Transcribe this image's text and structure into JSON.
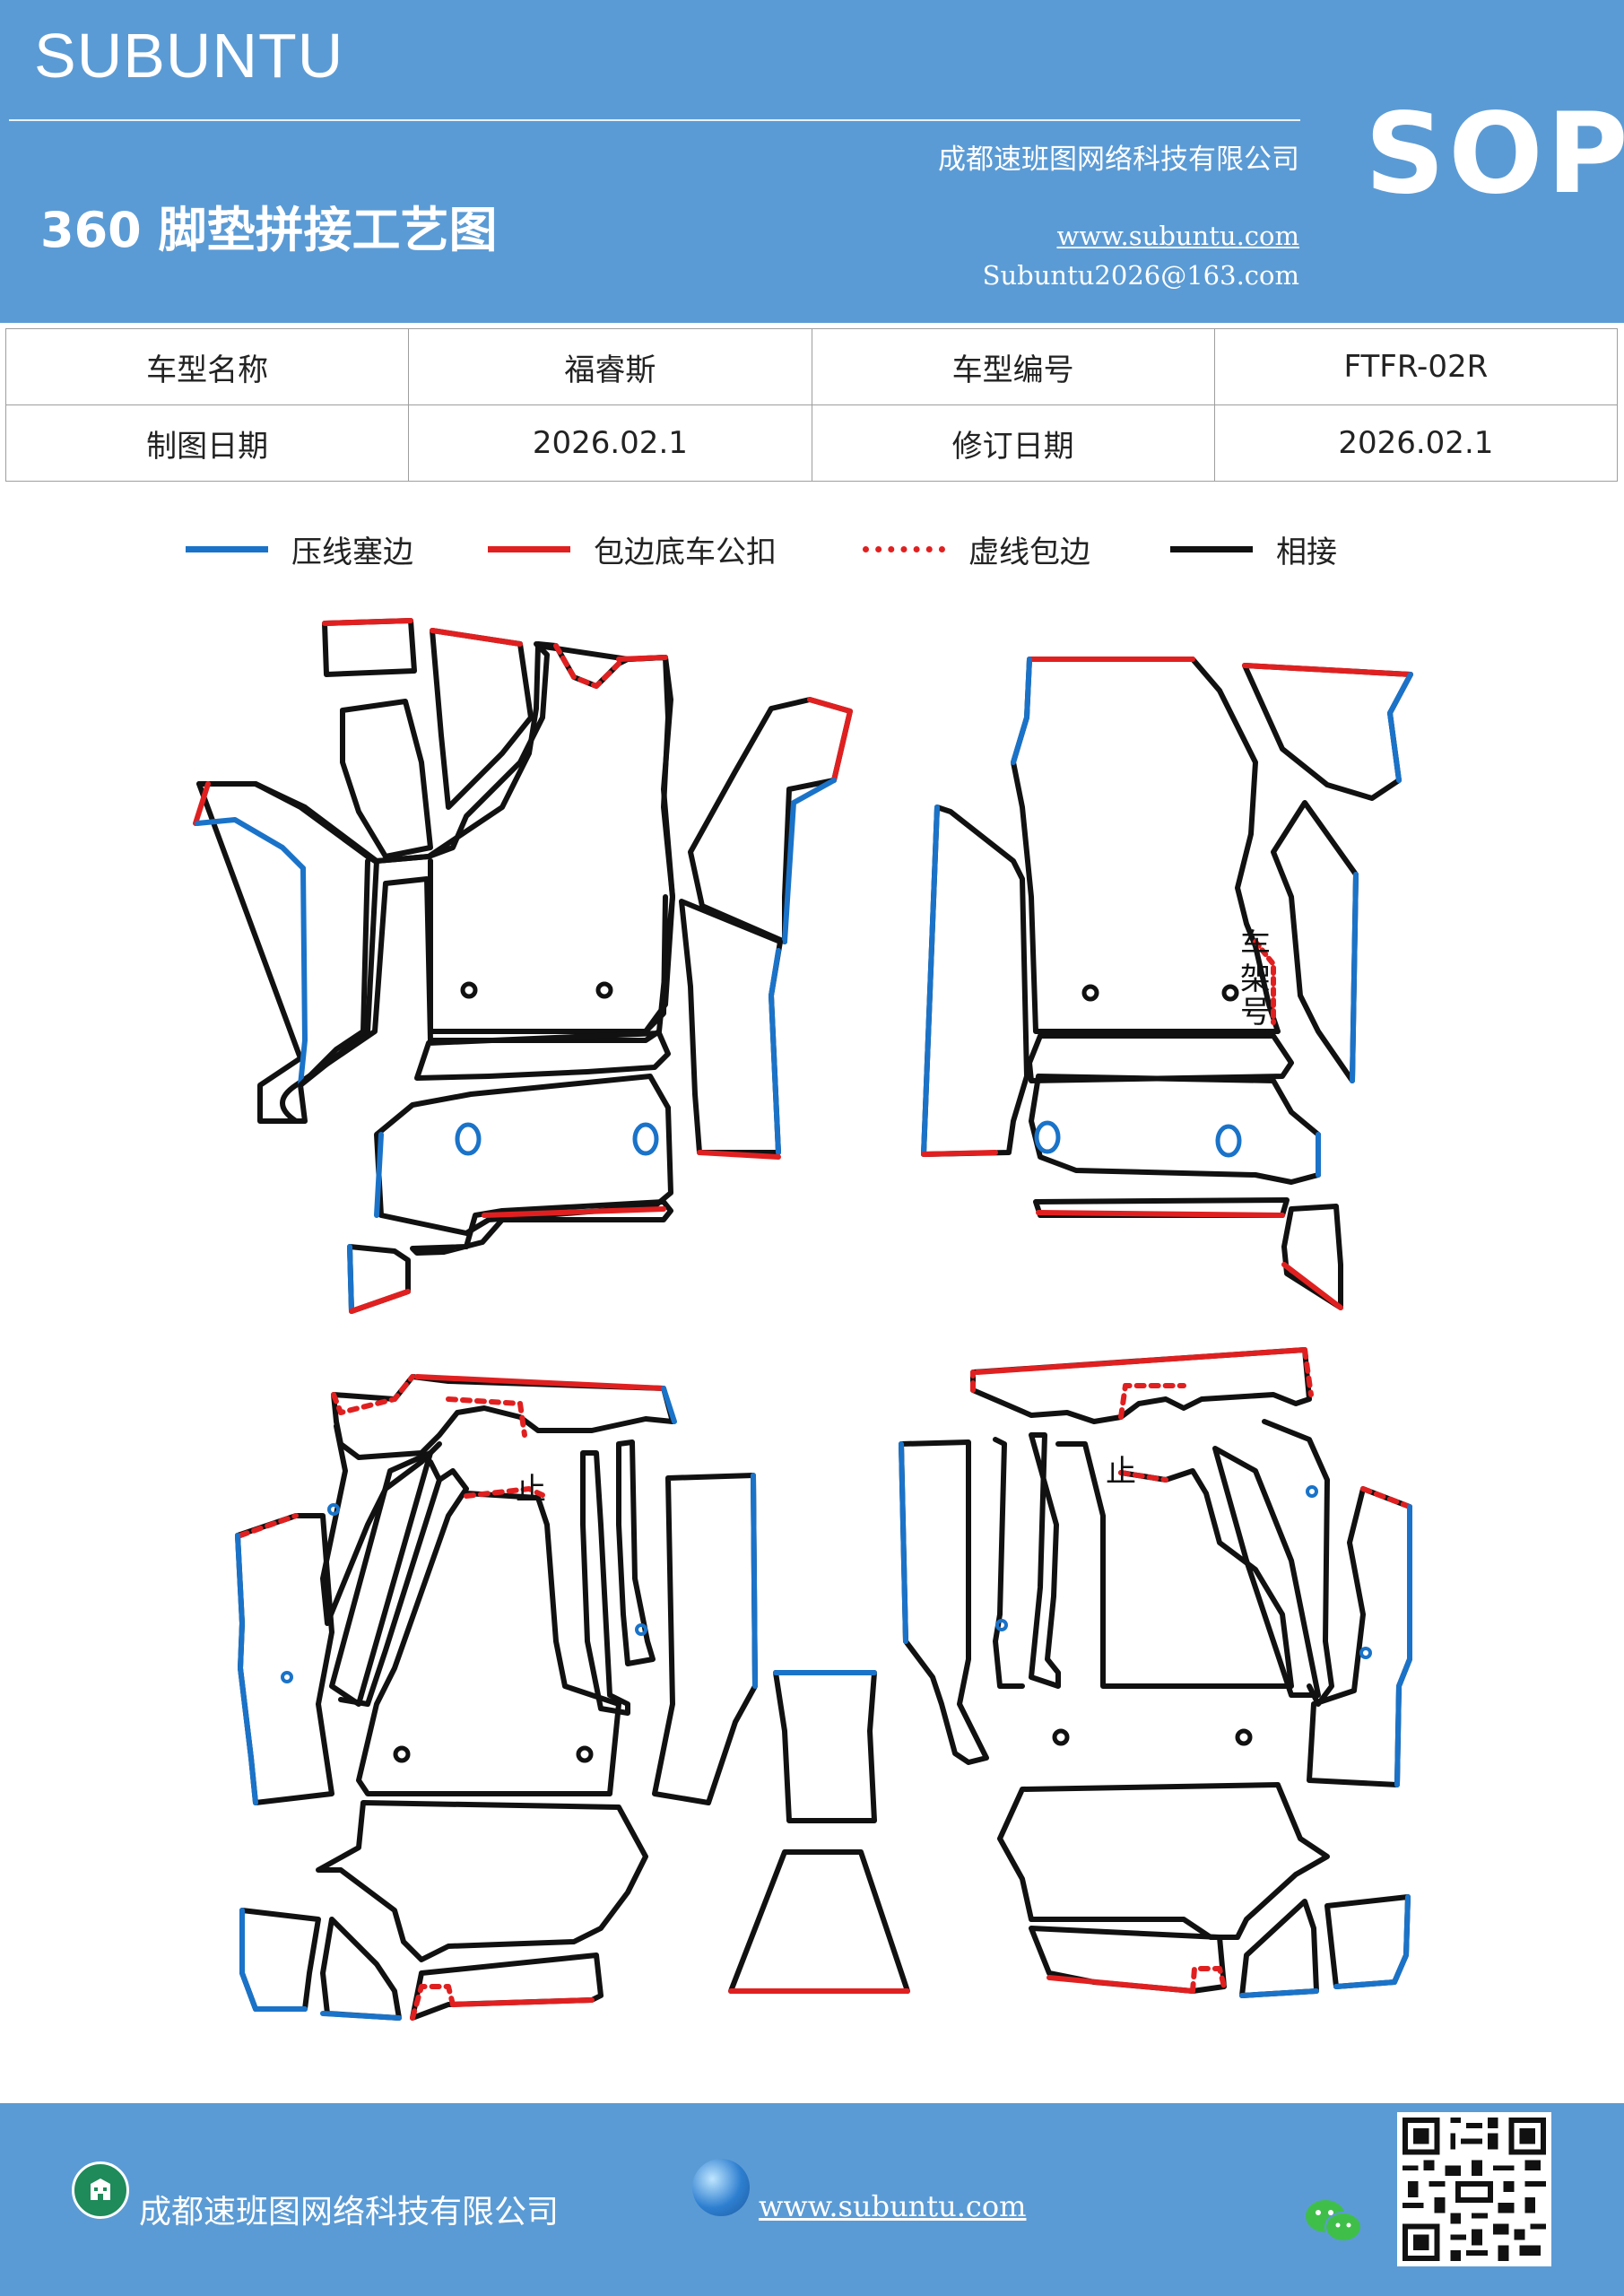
{
  "header": {
    "brand": "SUBUNTU",
    "title": "360 脚垫拼接工艺图",
    "company": "成都速班图网络科技有限公司",
    "website": "www.subuntu.com",
    "email": "Subuntu2026@163.com",
    "badge": "SOP"
  },
  "info": {
    "model_name_label": "车型名称",
    "model_name_value": "福睿斯",
    "model_code_label": "车型编号",
    "model_code_value": "FTFR-02R",
    "draw_date_label": "制图日期",
    "draw_date_value": "2026.02.1",
    "revise_date_label": "修订日期",
    "revise_date_value": "2026.02.1"
  },
  "legend": {
    "items": [
      {
        "label": "压线塞边",
        "color": "#1a73c8",
        "style": "solid"
      },
      {
        "label": "包边底车公扣",
        "color": "#e02020",
        "style": "solid"
      },
      {
        "label": "虚线包边",
        "color": "#e02020",
        "style": "dotted"
      },
      {
        "label": "相接",
        "color": "#111111",
        "style": "solid"
      }
    ]
  },
  "diagram": {
    "frame_label_chars": [
      "车",
      "架",
      "号"
    ],
    "stop_mark": "止",
    "colors": {
      "press": "#1a73c8",
      "wrap": "#e02020",
      "join": "#111111"
    }
  },
  "footer": {
    "company": "成都速班图网络科技有限公司",
    "website": "www.subuntu.com"
  }
}
